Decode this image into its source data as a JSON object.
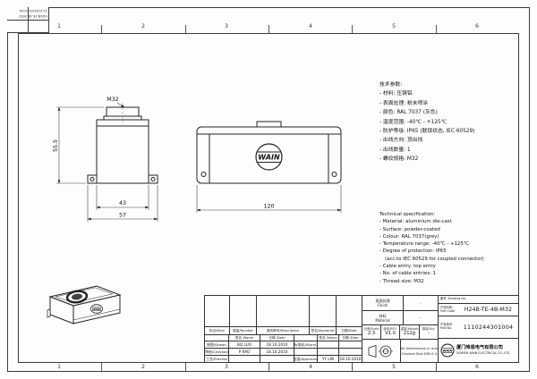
{
  "sheet": {
    "grid_top": [
      "1",
      "2",
      "3",
      "4",
      "5",
      "6"
    ],
    "grid_bottom": [
      "1",
      "2",
      "3",
      "4",
      "5",
      "6"
    ]
  },
  "drawing": {
    "dims": {
      "thread": "M32",
      "height": "55.5",
      "body_width": "43",
      "flange_width": "57",
      "length": "120"
    },
    "logo": "WAIN"
  },
  "specs_cn": {
    "title": "技术参数:",
    "items": [
      "- 材料: 压铸铝",
      "- 表面处理: 粉末喷涂",
      "- 颜色: RAL 7037 (灰色)",
      "- 温度范围: -40℃ - +125℃",
      "- 防护等级: IP65 (联锁状态, IEC 60529)",
      "- 出线方向: 顶出线",
      "- 出线数量: 1",
      "- 螺纹规格: M32"
    ]
  },
  "specs_en": {
    "title": "Technical specification:",
    "items": [
      "- Material: aluminium die-cast",
      "- Surface: powder-coated",
      "- Colour: RAL 7037(grey)",
      "- Temperature range: -40℃ - +125℃",
      "- Degree of protection: IP65",
      "(acc.to IEC 60529 for coupled connector)",
      "- Cable entry: top entry",
      "- No. of cable entries: 1",
      "- Thread size: M32"
    ]
  },
  "titleblock": {
    "revision_headers": [
      "标记/Mark",
      "数量/Number",
      "更改单号/Description",
      "签名/Signature",
      "日期/Date"
    ],
    "sign_name_header": "签名 /Name",
    "sign_date_header": "日期 /Date",
    "sign_rows": [
      {
        "role": "制图/Drawn",
        "name": "BQ LUO",
        "date": "18.10.2010",
        "role2": "标准化/Stand.",
        "name2": "",
        "date2": ""
      },
      {
        "role": "审核/Checked",
        "name": "P RAO",
        "date": "18.10.2010",
        "role2": "",
        "name2": "",
        "date2": ""
      },
      {
        "role": "工艺/Process",
        "name": "",
        "date": "",
        "role2": "批准/Approved",
        "name2": "YY LIN",
        "date2": "18.10.2010"
      }
    ],
    "finish": {
      "label": "表面处理",
      "label_en": "Finish",
      "value": "-"
    },
    "material": {
      "label": "材料",
      "label_en": "Material",
      "value": "-"
    },
    "scale": {
      "label": "比例/Scale",
      "value": "2:3"
    },
    "rev": {
      "label": "版本/REV.",
      "value": "V1.0"
    },
    "weight": {
      "label": "重量/Weight",
      "value": "212g"
    },
    "qty": {
      "label": "数量/Qty.",
      "value": "-"
    },
    "note_line1": "All Dimensions in mm",
    "note_line2": "Original Size DIN A 4",
    "drawing_no": {
      "label": "图号",
      "label_en": "Drawing No.",
      "value": ""
    },
    "part_code": {
      "label": "产品代码",
      "label_en": "Part Code",
      "value": "H24B-TE-4B-M32"
    },
    "part_no": {
      "label": "产品序号",
      "label_en": "Part No.",
      "value": "1110244301004"
    },
    "company": {
      "logo": "WAIN",
      "name_cn": "厦门唯恩电气有限公司",
      "name_en": "XIAMEN WAIN ELECTRICAL CO.,LTD"
    }
  }
}
